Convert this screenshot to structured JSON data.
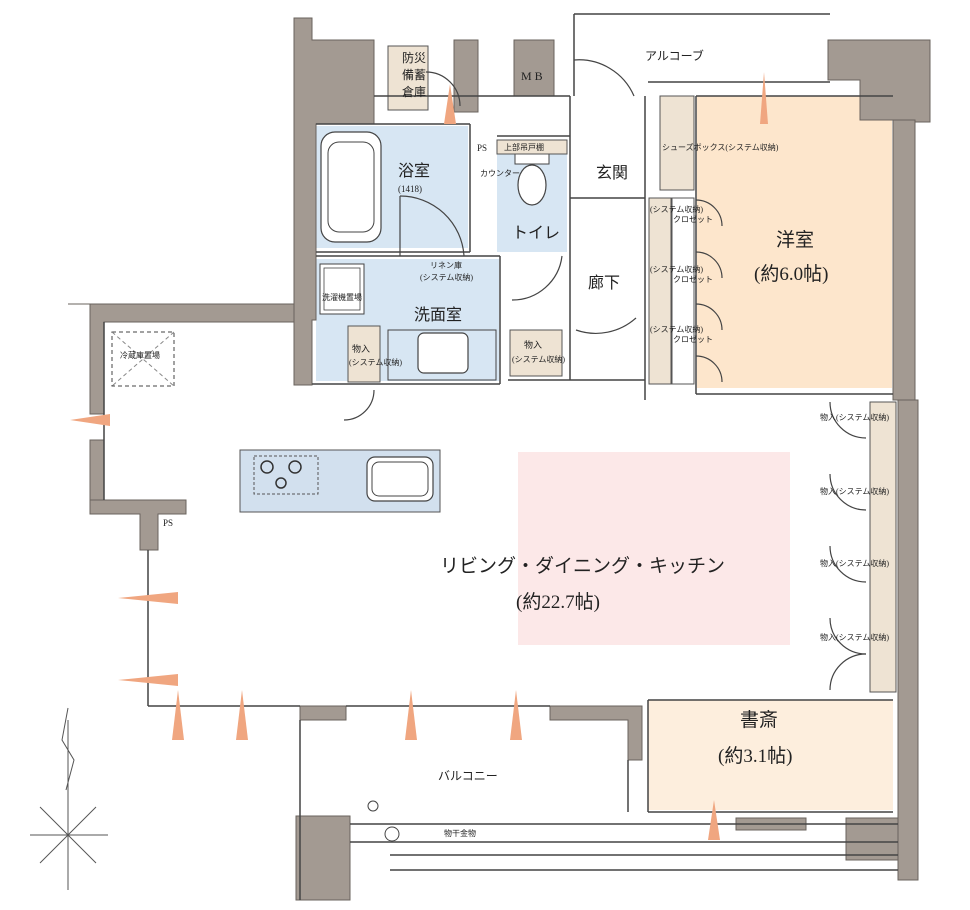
{
  "rooms": {
    "alcove": "アルコーブ",
    "mb": "M B",
    "disaster_storage": [
      "防災",
      "備蓄",
      "倉庫"
    ],
    "bathroom": {
      "name": "浴室",
      "size": "(1418)"
    },
    "ps_top": "PS",
    "upper_shelf": "上部吊戸棚",
    "counter": "カウンター",
    "toilet": "トイレ",
    "entrance": "玄関",
    "shoes_box": "シューズボックス(システム収納)",
    "linen": "リネン庫",
    "linen_sub": "(システム収納)",
    "washer": "洗濯機置場",
    "washroom": "洗面室",
    "storage_small_1": "物入",
    "storage_small_1_sub": "(システム収納)",
    "storage_hall": "物入",
    "storage_hall_sub": "(システム収納)",
    "hallway": "廊下",
    "closet": "クロゼット",
    "closet_sub": "(システム収納)",
    "western_room": {
      "name": "洋室",
      "size": "(約6.0帖)"
    },
    "fridge": "冷蔵庫置場",
    "ps_left": "PS",
    "ldk": {
      "name": "リビング・ダイニング・キッチン",
      "size": "(約22.7帖)"
    },
    "storage_right": "物入(システム収納)",
    "study": {
      "name": "書斎",
      "size": "(約3.1帖)"
    },
    "balcony": "バルコニー",
    "drying": "物干金物"
  }
}
